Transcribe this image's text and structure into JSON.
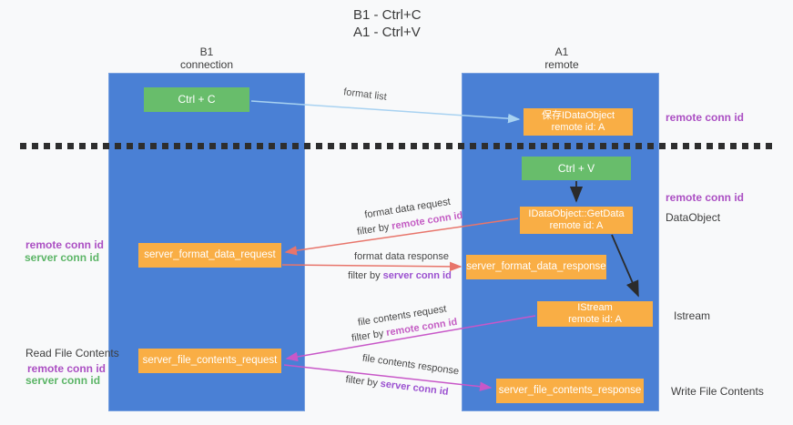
{
  "title": {
    "line1": "B1 - Ctrl+C",
    "line2": "A1 - Ctrl+V"
  },
  "lanes": {
    "left": {
      "title": "B1",
      "subtitle": "connection"
    },
    "right": {
      "title": "A1",
      "subtitle": "remote"
    }
  },
  "nodes": {
    "ctrl_c": "Ctrl + C",
    "ctrl_v": "Ctrl + V",
    "save_idataobject_line1": "保存IDataObject",
    "save_idataobject_line2": "remote id: A",
    "getdata_line1": "IDataObject::GetData",
    "getdata_line2": "remote id: A",
    "istream_line1": "IStream",
    "istream_line2": "remote id: A",
    "server_format_data_request": "server_format_data_request",
    "server_format_data_response": "server_format_data_response",
    "server_file_contents_request": "server_file_contents_request",
    "server_file_contents_response": "server_file_contents_response"
  },
  "side_labels": {
    "remote_conn_id": "remote conn id",
    "server_conn_id": "server conn id",
    "data_object": "DataObject",
    "istream": "Istream",
    "read_file_contents": "Read File Contents",
    "write_file_contents": "Write File Contents"
  },
  "arrow_labels": {
    "format_list": "format list",
    "format_data_request": "format data request",
    "format_data_response": "format data response",
    "file_contents_request": "file contents request",
    "file_contents_response": "file contents response",
    "filter_by": "filter by",
    "remote_conn_id": "remote conn id",
    "server_conn_id": "server conn id"
  },
  "colors": {
    "lane_blue": "#4a80d5",
    "box_orange": "#f9ae45",
    "box_green": "#68bd6b",
    "arrow_light_blue": "#a8d2f1",
    "arrow_salmon": "#e8756b",
    "arrow_magenta": "#c857c8",
    "arrow_black": "#2b2b2b",
    "label_purple": "#ab4fc3",
    "label_green": "#5cb567",
    "inline_magenta": "#c45ec4",
    "inline_purple": "#9b51d0",
    "background": "#f8f9fa"
  }
}
